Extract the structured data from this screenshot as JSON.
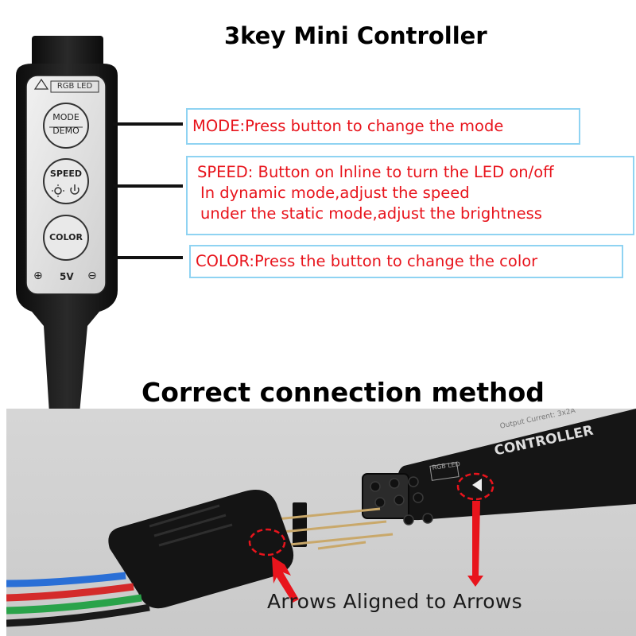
{
  "titles": {
    "top": "3key Mini Controller",
    "bottom": "Correct connection method"
  },
  "controller": {
    "logo_text": "RGB LED",
    "buttons": {
      "mode_line1": "MODE",
      "mode_line2": "DEMO",
      "speed": "SPEED",
      "color": "COLOR"
    },
    "power_label": "5V",
    "plus_symbol": "⊕",
    "minus_symbol": "⊖"
  },
  "callouts": {
    "mode": "MODE:Press button to change the mode",
    "speed_line1": "SPEED: Button on lnline to turn the LED on/off",
    "speed_line2": "In dynamic mode,adjust the speed",
    "speed_line3": "under the static mode,adjust the brightness",
    "color": "COLOR:Press the button to change the color"
  },
  "photo": {
    "caption": "Arrows Aligned to Arrows",
    "board_text": "CONTROLLER",
    "board_small_text": "RGB LED",
    "board_fine_print": "Output Current: 3x2A"
  },
  "colors": {
    "callout_text": "#e8141c",
    "callout_border": "#8fd3f2",
    "arrow_red": "#e8141c"
  }
}
